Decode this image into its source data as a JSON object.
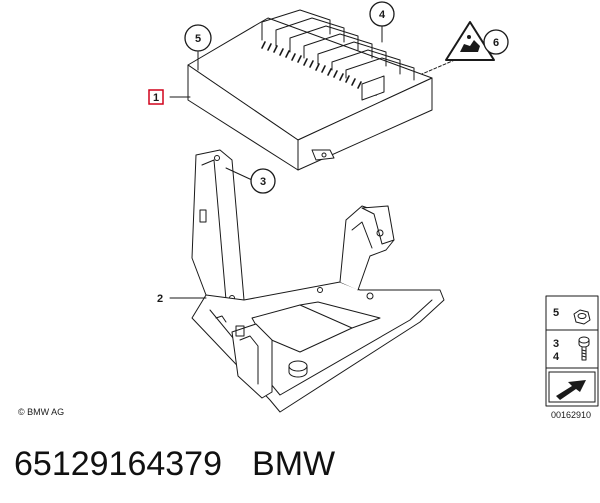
{
  "diagram": {
    "callouts": {
      "c1": "1",
      "c2": "2",
      "c3": "3",
      "c4": "4",
      "c5": "5",
      "c6": "6"
    },
    "legend": {
      "item_5": "5",
      "item_3": "3",
      "item_4": "4"
    },
    "copyright": "© BMW AG",
    "drawing_number": "00162910",
    "colors": {
      "line": "#1a1a1a",
      "highlight": "#d0021b"
    }
  },
  "caption": {
    "part_number": "65129164379",
    "brand": "BMW"
  }
}
